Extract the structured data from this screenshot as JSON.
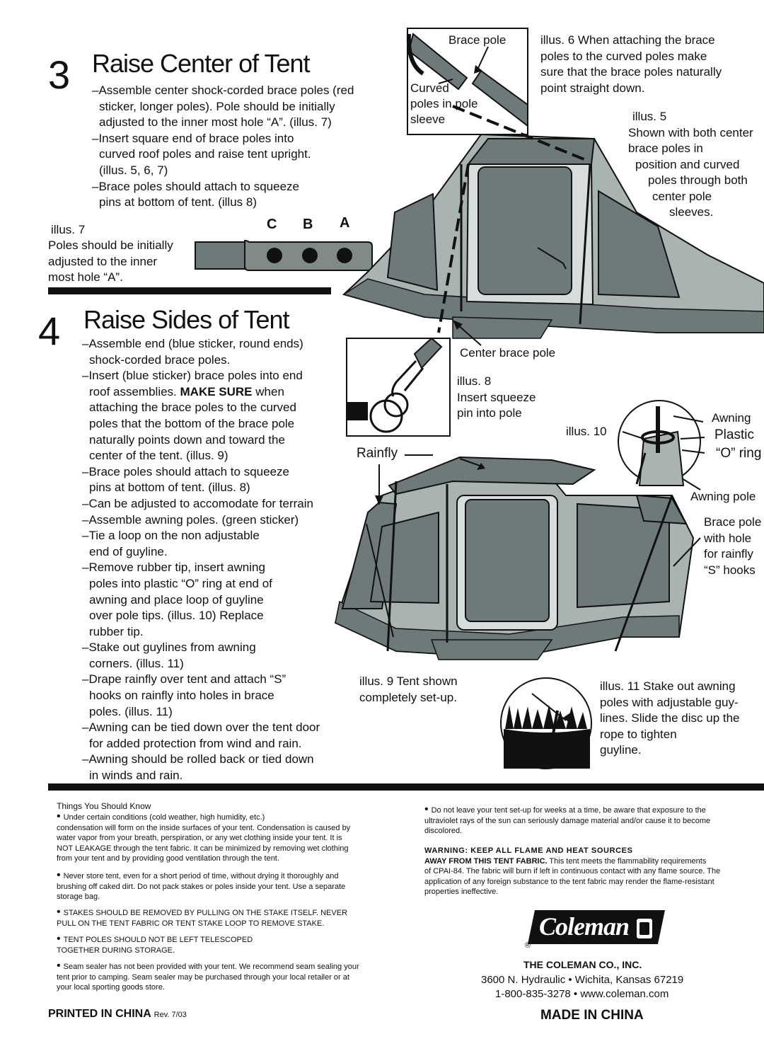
{
  "step3": {
    "number": "3",
    "title": "Raise Center of Tent",
    "lines": [
      "–Assemble center shock-corded brace poles (red",
      "sticker, longer poles). Pole should be initially",
      "adjusted to the  inner most hole “A”. (illus. 7)",
      "–Insert square end of brace poles into",
      "curved roof poles and raise tent upright.",
      "(illus. 5, 6, 7)",
      "–Brace poles should attach to squeeze",
      "pins at bottom of tent. (illus 8)"
    ]
  },
  "illus7": {
    "label": "illus. 7",
    "caption": [
      "Poles should be initially",
      "adjusted to the inner",
      "most hole “A”."
    ],
    "holes": [
      "C",
      "B",
      "A"
    ]
  },
  "illus6": {
    "brace_pole": "Brace pole",
    "curved": [
      "Curved",
      "poles in pole",
      "sleeve"
    ],
    "caption": [
      "illus. 6 When attaching the brace",
      "poles to the curved poles make",
      "sure that the brace poles naturally",
      "point straight down."
    ]
  },
  "illus5": {
    "caption": [
      "illus. 5",
      "Shown with both center",
      "brace poles in",
      "position and curved",
      "poles through both",
      "center pole",
      "sleeves."
    ]
  },
  "illus8": {
    "center_brace": "Center brace pole",
    "caption": [
      "illus. 8",
      "Insert squeeze",
      "pin into pole"
    ]
  },
  "step4": {
    "number": "4",
    "title": "Raise Sides of Tent",
    "lines": [
      "–Assemble end (blue sticker, round ends)",
      "shock-corded brace poles.",
      "–Insert (blue sticker) brace poles into end",
      "roof assemblies.",
      "attaching the brace poles to the curved",
      "poles that the bottom of the brace pole",
      "naturally points down and toward the",
      "center of the tent. (illus. 9)",
      "–Brace poles should attach to squeeze",
      "pins at bottom of tent. (illus. 8)",
      "–Can be adjusted to accomodate for terrain",
      "–Assemble awning poles. (green sticker)",
      "–Tie a loop on the non adjustable",
      "end of guyline.",
      "–Remove rubber tip, insert awning",
      "poles into plastic “O” ring at end of",
      "awning and place loop of guyline",
      "over pole tips. (illus. 10) Replace",
      "rubber tip.",
      "–Stake out guylines from awning",
      "corners. (illus. 11)",
      "–Drape rainfly over tent and attach “S”",
      "hooks on rainfly into holes in brace",
      "poles. (illus. 11)",
      "–Awning can be tied down over the tent door",
      "for added protection from wind and rain.",
      "–Awning should be rolled back or tied down",
      "in winds and rain."
    ],
    "make_sure": "MAKE SURE",
    "make_sure_tail": " when"
  },
  "illus9": {
    "rainfly": "Rainfly",
    "caption": [
      "illus. 9 Tent shown",
      "completely set-up."
    ]
  },
  "illus10": {
    "label": "illus. 10",
    "awning": "Awning",
    "plastic": "Plastic",
    "o_ring": "“O” ring",
    "awning_pole": "Awning pole",
    "brace_pole": [
      "Brace pole",
      "with hole",
      "for rainfly",
      "“S” hooks"
    ]
  },
  "illus11": {
    "caption": [
      "illus. 11 Stake out awning",
      "poles with adjustable guy-",
      "lines. Slide the disc up the",
      "rope to tighten",
      "guyline."
    ]
  },
  "notes": {
    "heading": "Things You Should Know",
    "condensation": [
      "Under certain conditions (cold weather, high  humidity, etc.)",
      "condensation will form on the inside surfaces of your tent. Condensation is caused by",
      "water vapor from your breath, perspiration, or any wet clothing inside your tent. It is",
      "NOT LEAKAGE through the tent fabric. It can be minimized by removing wet clothing",
      "from your tent and by providing good ventilation through the tent."
    ],
    "storage": [
      "Never store tent, even for a short period of time, without drying it thoroughly and",
      "brushing off caked dirt. Do not pack stakes or poles inside your tent. Use a separate",
      "storage bag."
    ],
    "stakes": [
      "STAKES SHOULD BE REMOVED BY PULLING ON THE STAKE ITSELF. NEVER",
      "PULL ON THE TENT FABRIC OR TENT STAKE LOOP TO REMOVE STAKE."
    ],
    "poles": [
      "TENT POLES SHOULD NOT BE LEFT TELESCOPED",
      "TOGETHER DURING STORAGE."
    ],
    "sealer": [
      "Seam sealer has not been provided with your tent. We recommend seam sealing your",
      "tent prior to camping. Seam sealer may be purchased through your local retailer or at",
      "your local sporting goods store."
    ],
    "uv": [
      "Do not leave your tent set-up for weeks at a time, be aware that exposure to the",
      "ultraviolet rays of the sun can seriously damage material and/or cause it to become",
      "discolored."
    ],
    "warning_head": "WARNING: KEEP ALL FLAME AND HEAT SOURCES",
    "warning_head2": "AWAY FROM THIS TENT FABRIC.",
    "warning": [
      " This tent meets the flammability requirements",
      "of CPAI-84. The fabric will burn if left in continuous contact with any flame source. The",
      "application of any foreign substance to the tent fabric may render the flame-resistant",
      "properties ineffective."
    ]
  },
  "footer": {
    "brand": "Coleman",
    "registered": "®",
    "company": "THE COLEMAN CO., INC.",
    "address": "3600 N. Hydraulic • Wichita, Kansas 67219",
    "contact": "1-800-835-3278  •  www.coleman.com",
    "made_in": "MADE IN CHINA",
    "printed": "PRINTED IN CHINA",
    "rev": "Rev. 7/03"
  },
  "colors": {
    "tent_dark": "#6e7a79",
    "tent_mid": "#a8b3b2",
    "tent_light": "#d6dddc",
    "ink": "#111111"
  }
}
